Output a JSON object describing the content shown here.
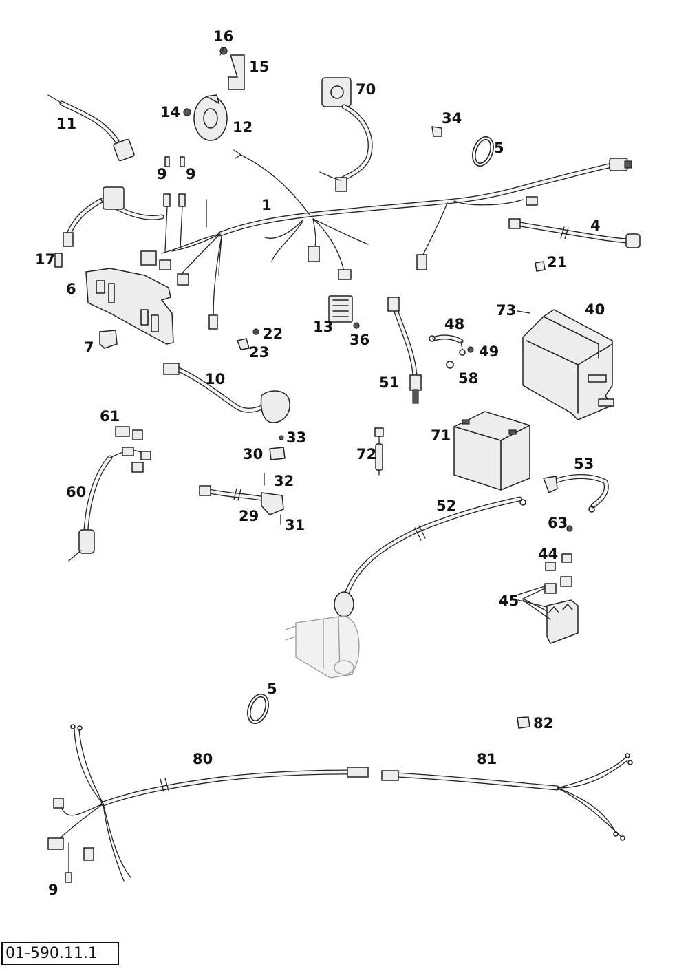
{
  "diagram": {
    "drawing_code": "01-590.11.1",
    "part_labels": {
      "p1": "1",
      "p4": "4",
      "p5a": "5",
      "p5b": "5",
      "p6": "6",
      "p7": "7",
      "p9a": "9",
      "p9b": "9",
      "p9c": "9",
      "p10": "10",
      "p11": "11",
      "p12": "12",
      "p13": "13",
      "p14": "14",
      "p15": "15",
      "p16": "16",
      "p17": "17",
      "p21": "21",
      "p22": "22",
      "p23": "23",
      "p29": "29",
      "p30": "30",
      "p31": "31",
      "p32": "32",
      "p33": "33",
      "p34": "34",
      "p36": "36",
      "p40": "40",
      "p44": "44",
      "p45": "45",
      "p48": "48",
      "p49": "49",
      "p51": "51",
      "p52": "52",
      "p53": "53",
      "p58": "58",
      "p60": "60",
      "p61": "61",
      "p63": "63",
      "p70": "70",
      "p71": "71",
      "p72": "72",
      "p73": "73",
      "p80": "80",
      "p81": "81",
      "p82": "82"
    }
  }
}
